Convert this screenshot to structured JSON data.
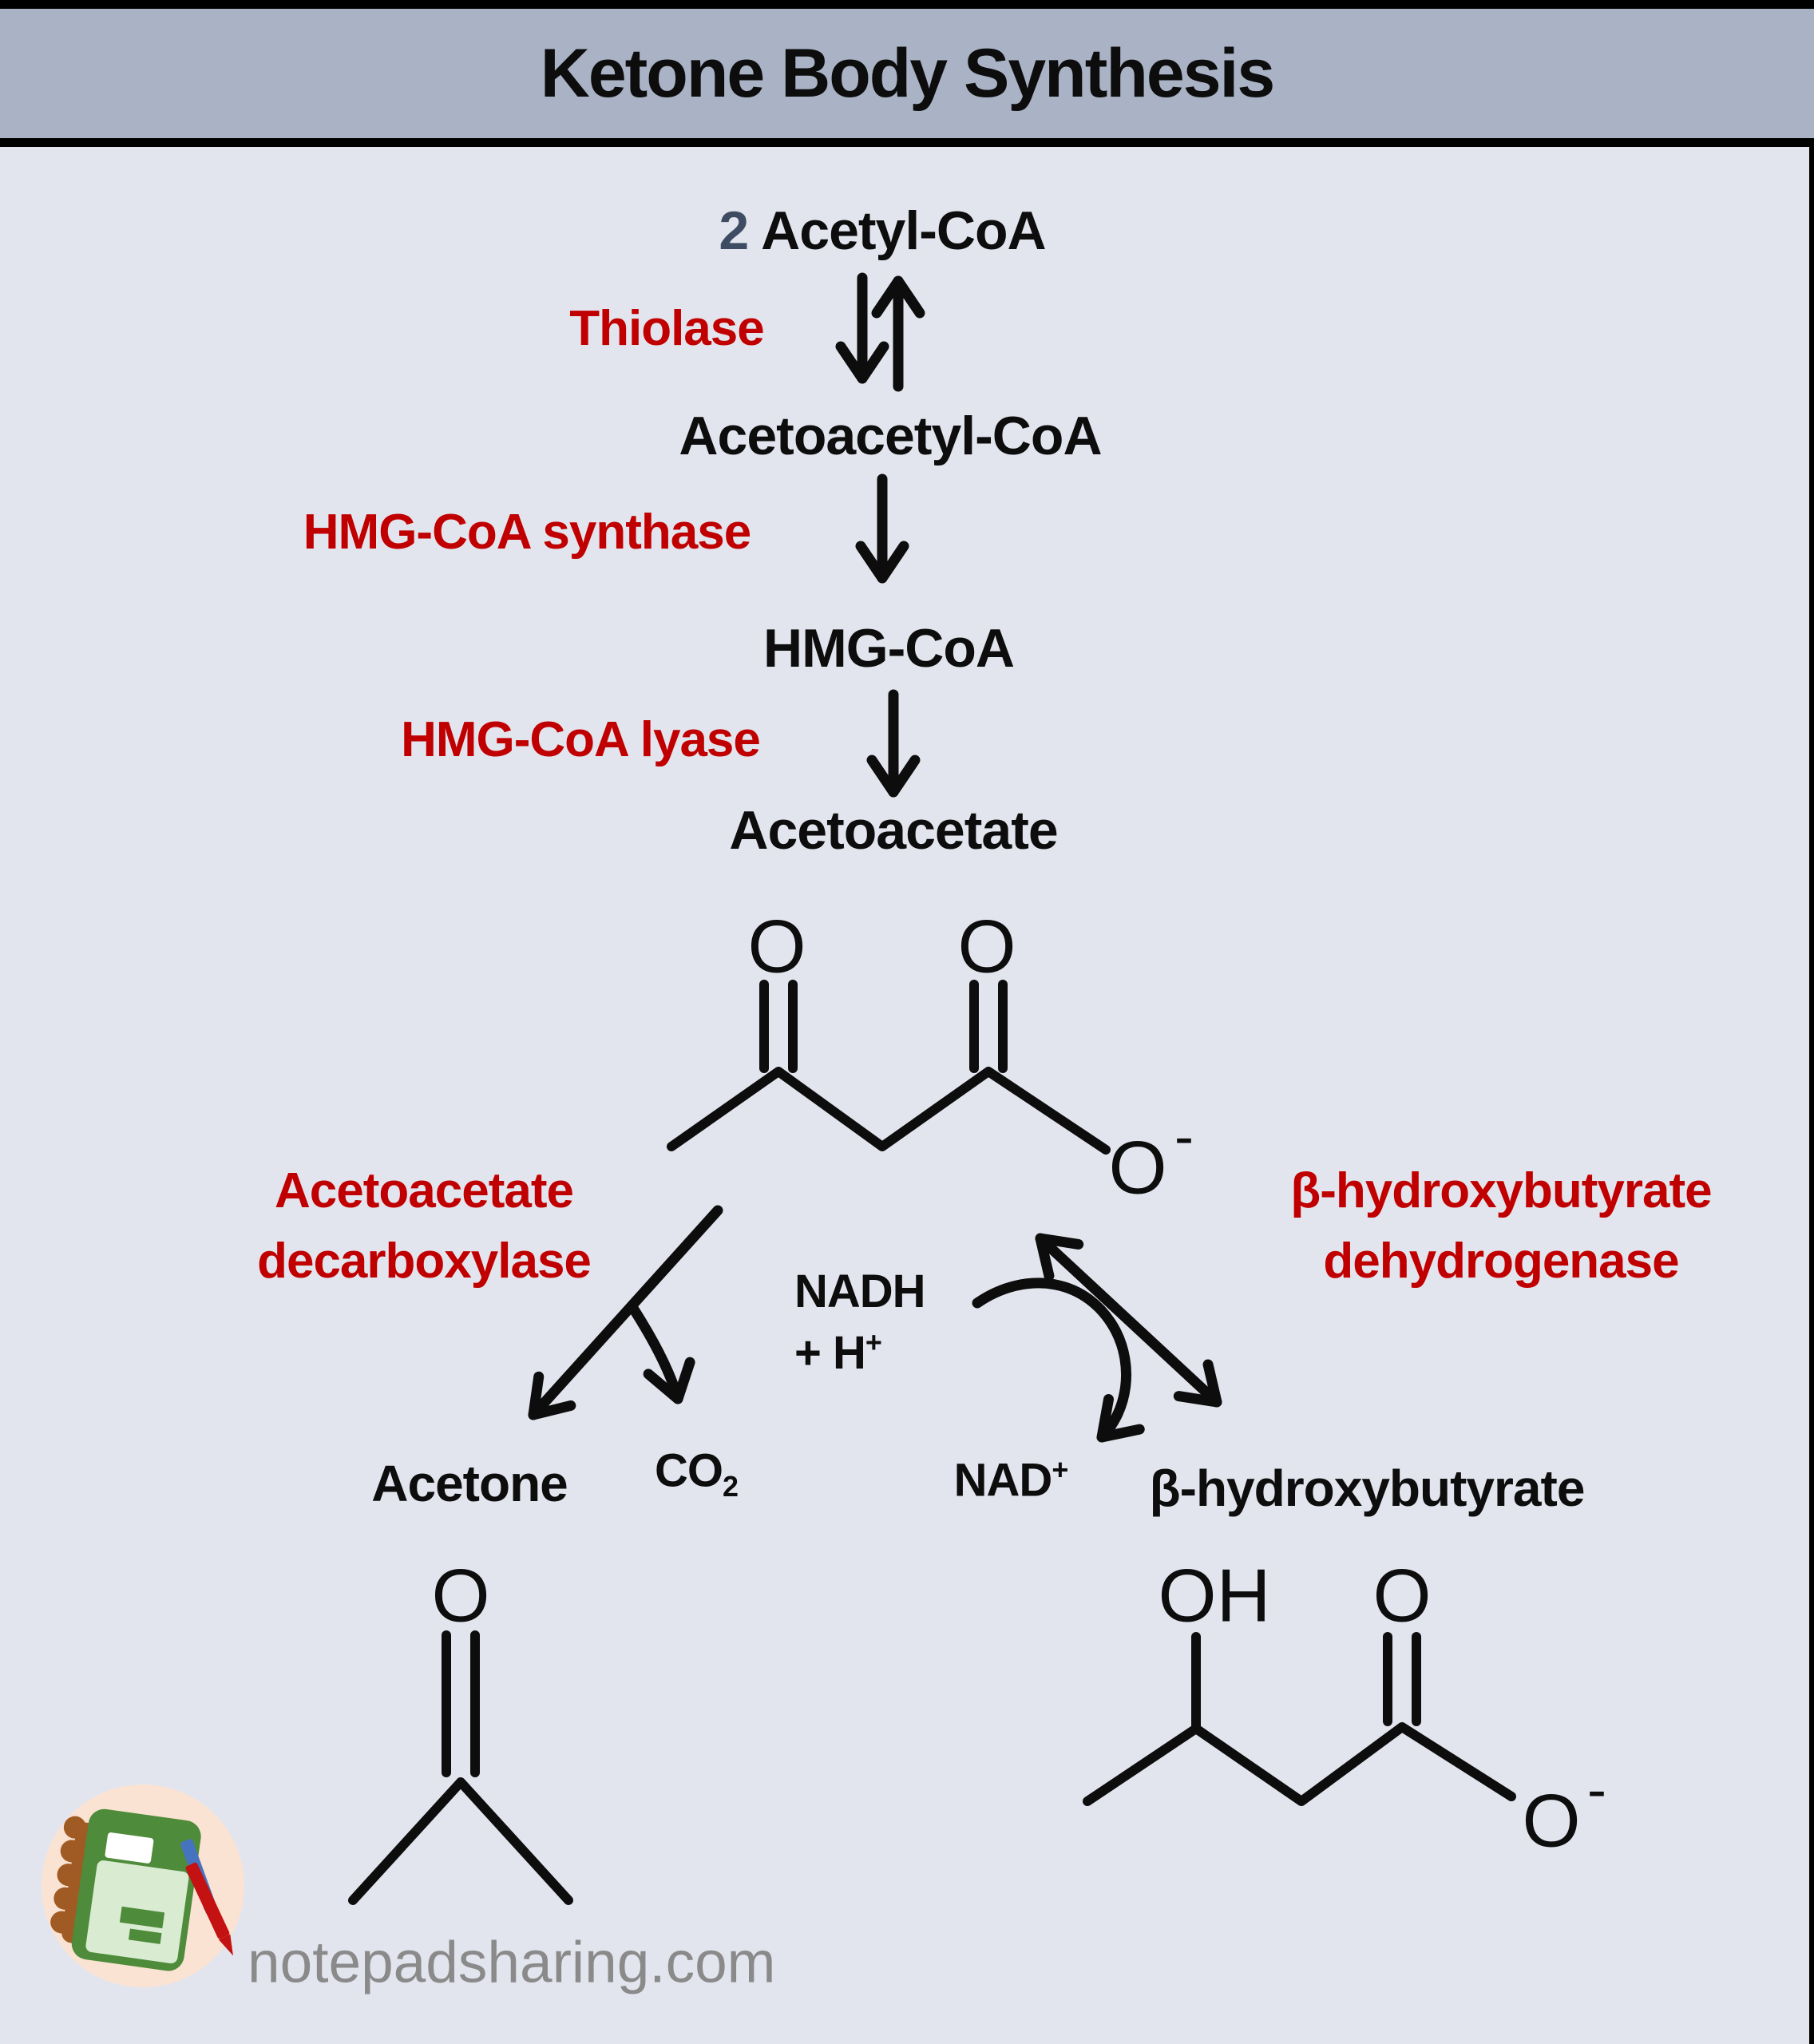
{
  "header": {
    "title": "Ketone Body Synthesis"
  },
  "pathway": {
    "substrate_coefficient": "2",
    "substrate": "Acetyl-CoA",
    "enzyme_thiolase": "Thiolase",
    "intermediate1": "Acetoacetyl-CoA",
    "enzyme_hmg_synthase": "HMG-CoA synthase",
    "intermediate2": "HMG-CoA",
    "enzyme_hmg_lyase": "HMG-CoA lyase",
    "intermediate3": "Acetoacetate",
    "enzyme_decarboxylase_line1": "Acetoacetate",
    "enzyme_decarboxylase_line2": "decarboxylase",
    "enzyme_bhb_dehydrogenase_line1": "β-hydroxybutyrate",
    "enzyme_bhb_dehydrogenase_line2": "dehydrogenase",
    "cofactor_nadh": "NADH",
    "cofactor_h_base": "+ H",
    "cofactor_h_sup": "+",
    "cofactor_nad_base": "NAD",
    "cofactor_nad_sup": "+",
    "co2_base": "CO",
    "co2_sub": "2",
    "product_acetone": "Acetone",
    "product_bhb": "β-hydroxybutyrate"
  },
  "structures": {
    "acetoacetate": {
      "o1": "O",
      "o2": "O",
      "o_minus": "O",
      "minus": "-"
    },
    "acetone": {
      "o": "O"
    },
    "bhb": {
      "oh": "OH",
      "o": "O",
      "o_minus": "O",
      "minus": "-"
    }
  },
  "footer": {
    "website": "notepadsharing.com"
  },
  "colors": {
    "title_bar": "#a9b3c5",
    "background": "#e3e5ee",
    "enzyme_red": "#c00000",
    "ink": "#0d0d0d",
    "coefficient": "#3e4c63",
    "footer_gray": "#8a8a8a",
    "logo_circle": "#fae3d3",
    "logo_green": "#4e8b3a",
    "logo_pages": "#d9ecd2",
    "logo_brown": "#a05a23",
    "pen_blue": "#4673c0",
    "pen_red": "#c41111"
  }
}
